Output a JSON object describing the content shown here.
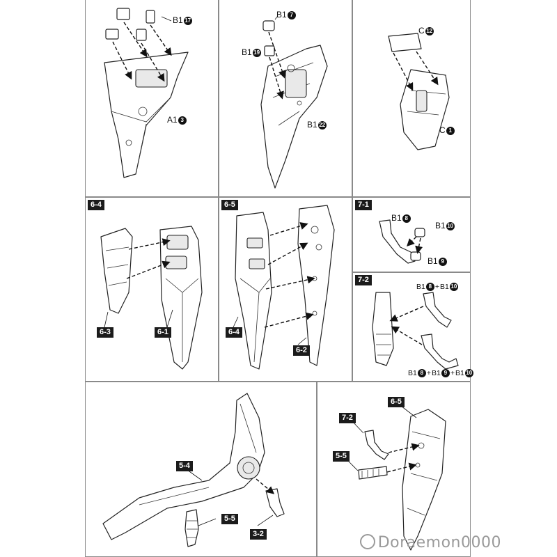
{
  "top_left": {
    "label_b1_17": "B1",
    "num_17": "17",
    "label_a1_3": "A1",
    "num_3": "3"
  },
  "top_mid": {
    "label_b1_7": "B1",
    "num_7": "7",
    "label_b1_19": "B1",
    "num_19": "19",
    "label_b1_22": "B1",
    "num_22": "22"
  },
  "top_right": {
    "label_c_12": "C",
    "num_12": "12",
    "label_c_1": "C",
    "num_1": "1"
  },
  "step_6_4": {
    "tag": "6-4",
    "tag_6_3": "6-3",
    "tag_6_1": "6-1"
  },
  "step_6_5": {
    "tag": "6-5",
    "tag_6_4": "6-4",
    "tag_6_2": "6-2"
  },
  "step_7_1": {
    "tag": "7-1",
    "label_b1_8": "B1",
    "num_8": "8",
    "label_b1_10": "B1",
    "num_10": "10",
    "label_b1_9": "B1",
    "num_9": "9"
  },
  "step_7_2": {
    "tag": "7-2",
    "label_a": "B1",
    "num_a1": "8",
    "plus": "+",
    "label_b": "B1",
    "num_a2": "10",
    "label_c": "B1",
    "num_b1": "8",
    "label_d": "B1",
    "num_b2": "9",
    "label_e": "B1",
    "num_b3": "10"
  },
  "bottom_left": {
    "tag_5_4": "5-4",
    "tag_5_5": "5-5",
    "tag_3_2": "3-2"
  },
  "bottom_right": {
    "tag_6_5": "6-5",
    "tag_7_2": "7-2",
    "tag_5_5": "5-5"
  },
  "watermark": {
    "text": "Doraemon0000"
  }
}
